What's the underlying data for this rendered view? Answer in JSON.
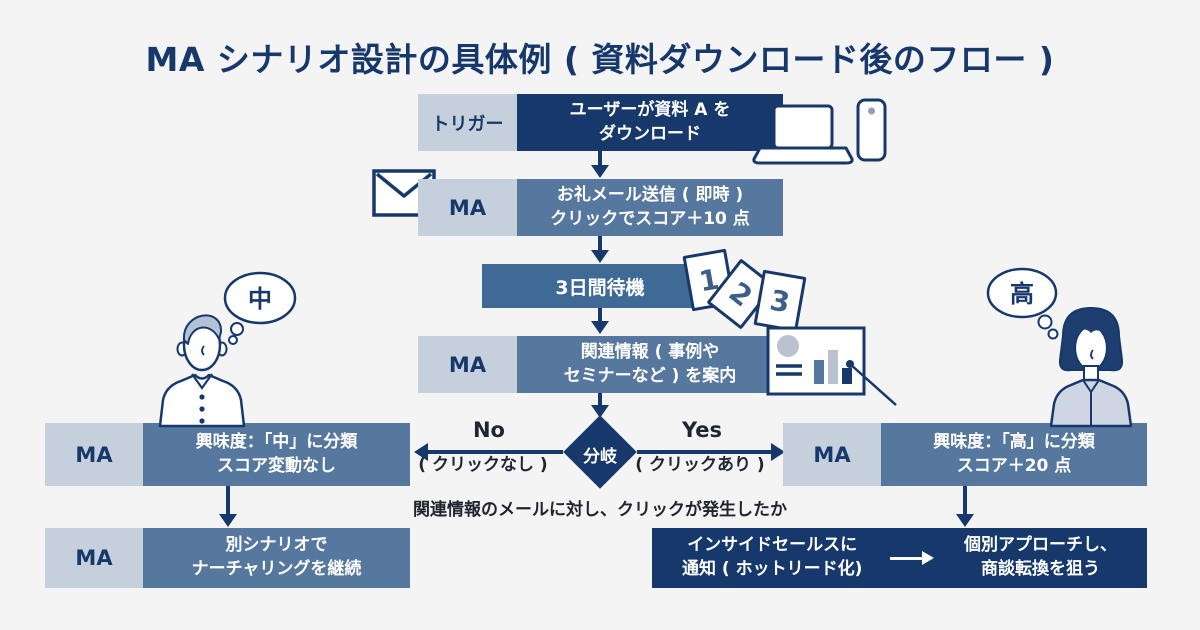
{
  "title": "MA シナリオ設計の具体例 ( 資料ダウンロード後のフロー )",
  "colors": {
    "background": "#f4f4f5",
    "navy": "#17386b",
    "slate_blue": "#57789e",
    "wait_blue": "#3f6a96",
    "label_bg": "#c6d0dd",
    "light_gray": "#b9c2ce",
    "text_dark": "#20242e",
    "white": "#ffffff"
  },
  "flow": {
    "trigger": {
      "label": "トリガー",
      "line1": "ユーザーが資料 A を",
      "line2": "ダウンロード"
    },
    "thanks_mail": {
      "label": "MA",
      "line1": "お礼メール送信 ( 即時 )",
      "line2": "クリックでスコア＋10 点"
    },
    "wait": {
      "text": "3日間待機",
      "cards": [
        "1",
        "2",
        "3"
      ]
    },
    "related_info": {
      "label": "MA",
      "line1": "関連情報 ( 事例や",
      "line2": "セミナーなど ) を案内"
    },
    "branch": {
      "label": "分岐",
      "no": "No",
      "no_sub": "( クリックなし )",
      "yes": "Yes",
      "yes_sub": "( クリックあり )",
      "question": "関連情報のメールに対し、クリックが発生したか"
    },
    "medium": {
      "label": "MA",
      "line1": "興味度：「中」に分類",
      "line2": "スコア変動なし"
    },
    "medium_next": {
      "label": "MA",
      "line1": "別シナリオで",
      "line2": "ナーチャリングを継続"
    },
    "high": {
      "label": "MA",
      "line1": "興味度：「高」に分類",
      "line2": "スコア＋20 点"
    },
    "high_next": {
      "left_line1": "インサイドセールスに",
      "left_line2": "通知 ( ホットリード化)",
      "right_line1": "個別アプローチし、",
      "right_line2": "商談転換を狙う"
    }
  },
  "personas": {
    "medium_bubble": "中",
    "high_bubble": "高"
  },
  "icons": [
    "laptop-icon",
    "smartphone-icon",
    "envelope-icon",
    "number-card-icon",
    "presentation-chart-icon",
    "pointer-line",
    "thought-bubble-icon"
  ]
}
